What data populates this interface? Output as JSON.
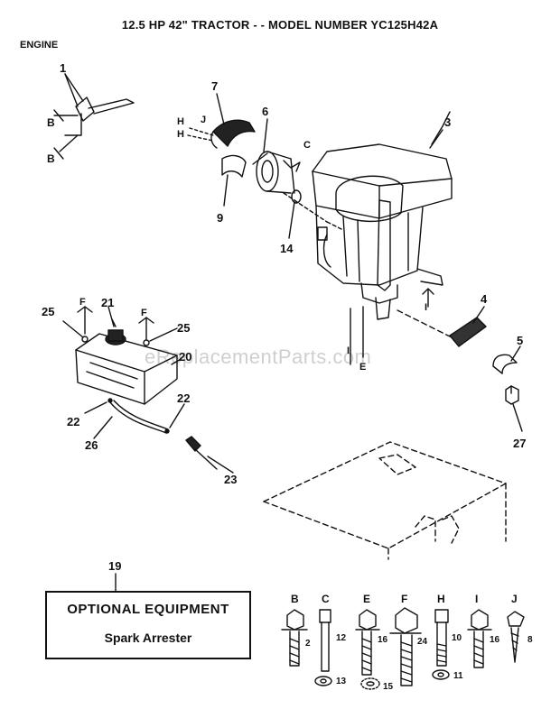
{
  "title": "12.5 HP 42\" TRACTOR - - MODEL NUMBER YC125H42A",
  "section": "ENGINE",
  "watermark": "eReplacementParts.com",
  "optional": {
    "heading": "OPTIONAL EQUIPMENT",
    "item": "Spark Arrester",
    "callout": "19"
  },
  "callouts": {
    "c1": "1",
    "c3": "3",
    "c4": "4",
    "c5": "5",
    "c6": "6",
    "c7": "7",
    "c9": "9",
    "c14": "14",
    "c20": "20",
    "c21": "21",
    "c22a": "22",
    "c22b": "22",
    "c23": "23",
    "c25a": "25",
    "c25b": "25",
    "c26": "26",
    "c27": "27"
  },
  "refs": {
    "B1": "B",
    "B2": "B",
    "C": "C",
    "E": "E",
    "F1": "F",
    "F2": "F",
    "H": "H",
    "I1": "I",
    "I2": "I",
    "J": "J"
  },
  "hardware": [
    {
      "letter": "B",
      "qty": "2"
    },
    {
      "letter": "C",
      "qty": "12"
    },
    {
      "letter": "E",
      "qty": "16"
    },
    {
      "letter": "F",
      "qty": "24"
    },
    {
      "letter": "H",
      "qty": "10"
    },
    {
      "letter": "I",
      "qty": "16"
    },
    {
      "letter": "J",
      "qty": "8"
    }
  ],
  "washers": [
    {
      "qty": "13"
    },
    {
      "qty": "15"
    },
    {
      "qty": "11"
    }
  ]
}
